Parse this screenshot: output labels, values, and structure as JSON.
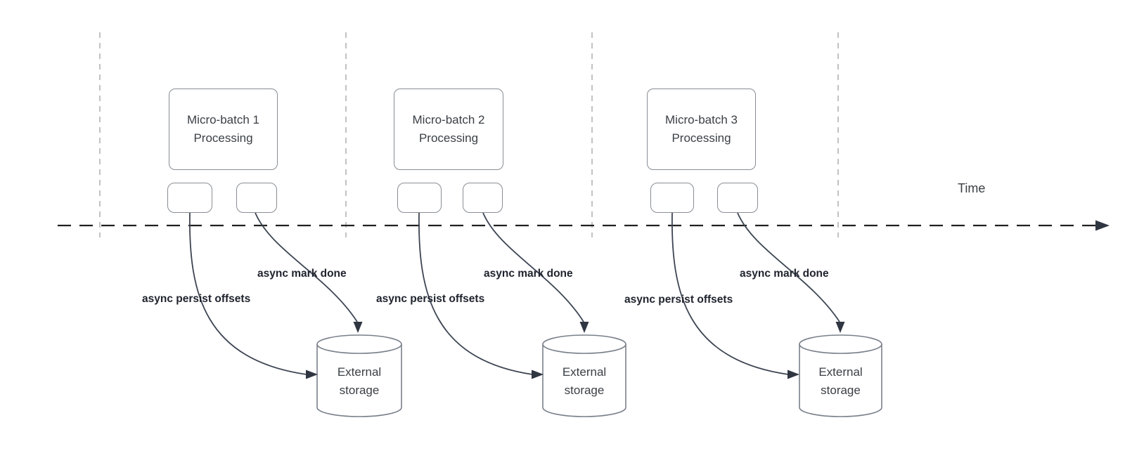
{
  "timeline": {
    "label": "Time"
  },
  "batches": [
    {
      "box_label": "Micro-batch 1\nProcessing",
      "persist_label": "async persist offsets",
      "mark_done_label": "async mark done",
      "storage_label": "External\nstorage"
    },
    {
      "box_label": "Micro-batch 2\nProcessing",
      "persist_label": "async persist offsets",
      "mark_done_label": "async mark done",
      "storage_label": "External\nstorage"
    },
    {
      "box_label": "Micro-batch 3\nProcessing",
      "persist_label": "async persist offsets",
      "mark_done_label": "async mark done",
      "storage_label": "External\nstorage"
    }
  ],
  "colors": {
    "connector": "#3d4553",
    "arrowhead": "#2f3642",
    "guide_dash": "#b3b3b3",
    "timeline_dash": "#212121",
    "shape_border": "#888d93"
  }
}
